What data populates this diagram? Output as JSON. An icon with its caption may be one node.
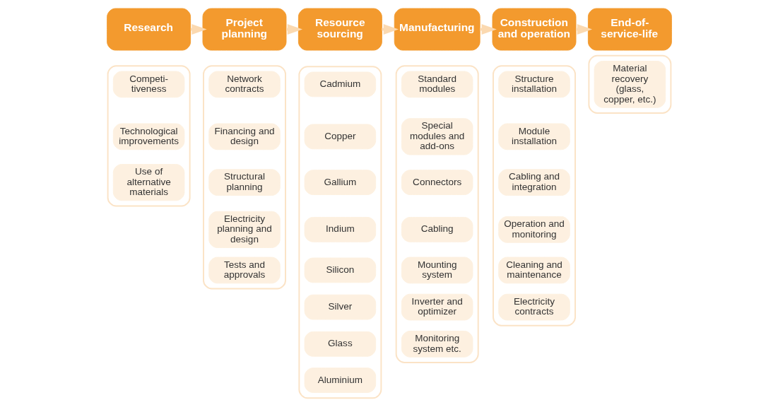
{
  "diagram": {
    "nodes": [
      {
        "text": [
          "Research"
        ]
      },
      {
        "text": [
          "Project planning"
        ]
      },
      {
        "text": [
          "Resource sourcing"
        ]
      },
      {
        "text": [
          "Manufacturing"
        ]
      },
      {
        "text": [
          "Construction and operation"
        ]
      },
      {
        "text": [
          "End-of-service-life"
        ]
      },
      {
        "text": [],
        "shape": "box"
      },
      {
        "text": [
          "Competi-tiveness"
        ],
        "in": 6
      },
      {
        "text": [
          "Technological improvements"
        ],
        "in": 6
      },
      {
        "text": [
          "Use of alternative materials"
        ],
        "in": 6
      },
      {
        "text": [],
        "shape": "box"
      },
      {
        "text": [
          "Network contracts"
        ],
        "in": 10
      },
      {
        "text": [
          "Financing and design"
        ],
        "in": 10
      },
      {
        "text": [
          "Structural planning"
        ],
        "in": 10
      },
      {
        "text": [
          "Electricity planning and design"
        ],
        "in": 10
      },
      {
        "text": [
          "Tests and approvals"
        ],
        "in": 10
      },
      {
        "text": [],
        "shape": "box"
      },
      {
        "text": [
          "Cadmium"
        ],
        "in": 16
      },
      {
        "text": [
          "Copper"
        ],
        "in": 16
      },
      {
        "text": [
          "Gallium"
        ],
        "in": 16
      },
      {
        "text": [
          "Indium"
        ],
        "in": 16
      },
      {
        "text": [
          "Silicon"
        ],
        "in": 16
      },
      {
        "text": [
          "Silver"
        ],
        "in": 16
      },
      {
        "text": [
          "Glass"
        ],
        "in": 16
      },
      {
        "text": [
          "Aluminium"
        ],
        "in": 16
      },
      {
        "text": [],
        "shape": "box"
      },
      {
        "text": [
          "Standard modules"
        ],
        "in": 25
      },
      {
        "text": [
          "Special modules and add-ons"
        ],
        "in": 25
      },
      {
        "text": [
          "Connectors"
        ],
        "in": 25
      },
      {
        "text": [
          "Cabling"
        ],
        "in": 25
      },
      {
        "text": [
          "Mounting system"
        ],
        "in": 25
      },
      {
        "text": [
          "Inverter and optimizer"
        ],
        "in": 25
      },
      {
        "text": [
          "Monitoring system etc."
        ],
        "in": 25
      },
      {
        "text": [],
        "shape": "box"
      },
      {
        "text": [
          "Structure installation"
        ],
        "in": 33
      },
      {
        "text": [
          "Module installation"
        ],
        "in": 33
      },
      {
        "text": [
          "Cabling and integration"
        ],
        "in": 33
      },
      {
        "text": [
          "Operation and monitoring"
        ],
        "in": 33
      },
      {
        "text": [
          "Cleaning and maintenance"
        ],
        "in": 33
      },
      {
        "text": [
          "Electricity contracts"
        ],
        "in": 33
      },
      {
        "text": [],
        "shape": "box"
      },
      {
        "text": [
          "Material recovery (glass, copper, etc.)"
        ],
        "in": 40
      }
    ],
    "edges": [
      {
        "from": 0,
        "to": 1,
        "arrow": "to"
      },
      {
        "from": 1,
        "to": 2,
        "arrow": "to"
      },
      {
        "from": 2,
        "to": 3,
        "arrow": "to"
      },
      {
        "from": 3,
        "to": 4,
        "arrow": "to"
      },
      {
        "from": 4,
        "to": 5,
        "arrow": "to"
      }
    ]
  }
}
